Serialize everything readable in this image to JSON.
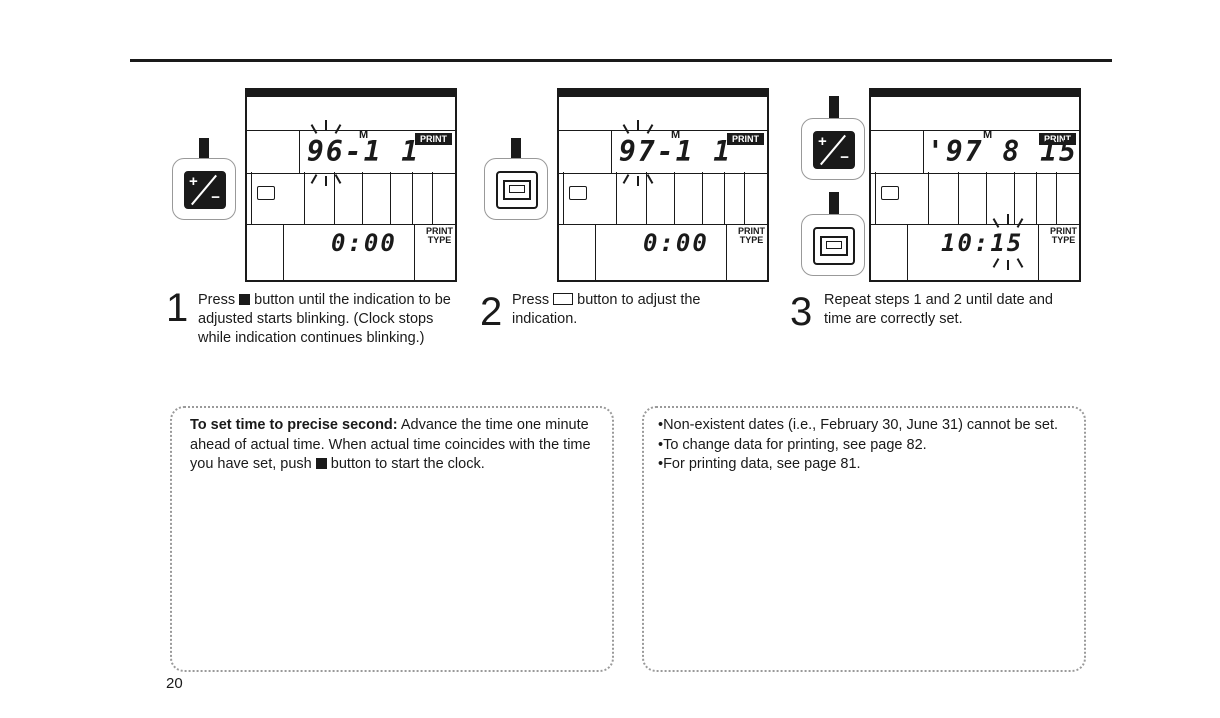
{
  "steps": [
    {
      "number": "1",
      "text_before_icon": "Press",
      "text_after_icon": "button until the indication to be adjusted starts blinking. (Clock stops while indication continues blinking.)",
      "button_icon": "plus-minus-icon",
      "display": {
        "date": "96-1  1",
        "time": "0:00",
        "print_badge": "PRINT",
        "print_type_line1": "PRINT",
        "print_type_line2": "TYPE",
        "m_mark": "M"
      }
    },
    {
      "number": "2",
      "text_before_icon": "Press",
      "text_after_icon": "button to adjust the indication.",
      "button_icon": "data-imprint-icon",
      "display": {
        "date": "97-1  1",
        "time": "0:00",
        "print_badge": "PRINT",
        "print_type_line1": "PRINT",
        "print_type_line2": "TYPE",
        "m_mark": "M"
      }
    },
    {
      "number": "3",
      "text": "Repeat steps 1 and 2 until date and time are correctly set.",
      "display": {
        "date": "'97 8 15",
        "time": "10:15",
        "print_badge": "PRINT",
        "print_type_line1": "PRINT",
        "print_type_line2": "TYPE",
        "m_mark": "M"
      }
    }
  ],
  "note_left": {
    "bold_lead": "To set time to precise second:",
    "text_before_icon": "Advance the time one minute ahead of actual time. When actual time coincides with the time you have set, push",
    "text_after_icon": "button to start the clock.",
    "icon": "plus-minus-icon"
  },
  "note_right": {
    "items": [
      "Non-existent dates (i.e., February 30, June 31) cannot be set.",
      "To change data for printing, see page 82.",
      "For printing data, see page 81."
    ]
  },
  "page_number": "20",
  "colors": {
    "ink": "#1a1a1a",
    "note_border": "#9a9a9a"
  }
}
